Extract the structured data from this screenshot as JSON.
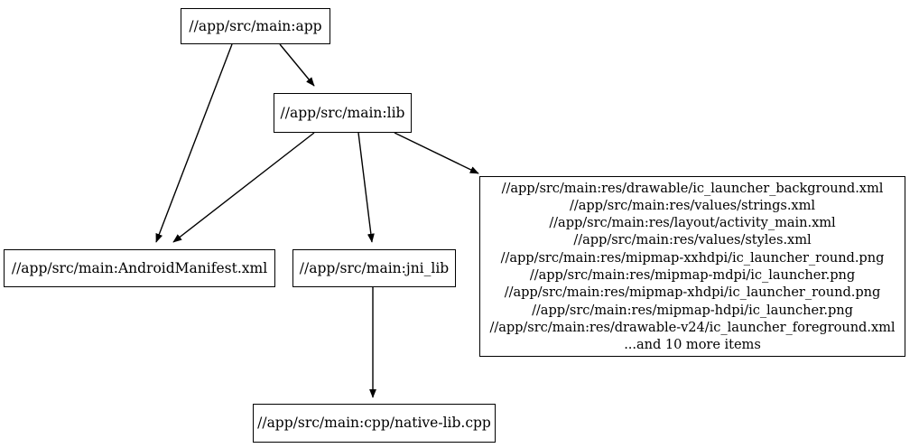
{
  "graph": {
    "type": "directed-dependency-graph",
    "background_color": "#ffffff",
    "node_border_color": "#000000",
    "node_fill_color": "#ffffff",
    "text_color": "#000000",
    "edge_color": "#000000",
    "nodes": [
      {
        "id": "app",
        "label": "//app/src/main:app",
        "lines": [
          "//app/src/main:app"
        ]
      },
      {
        "id": "lib",
        "label": "//app/src/main:lib",
        "lines": [
          "//app/src/main:lib"
        ]
      },
      {
        "id": "manifest",
        "label": "//app/src/main:AndroidManifest.xml",
        "lines": [
          "//app/src/main:AndroidManifest.xml"
        ]
      },
      {
        "id": "jni_lib",
        "label": "//app/src/main:jni_lib",
        "lines": [
          "//app/src/main:jni_lib"
        ]
      },
      {
        "id": "res_group",
        "label": "//app/src/main:res/drawable/ic_launcher_background.xml\n//app/src/main:res/values/strings.xml\n//app/src/main:res/layout/activity_main.xml\n//app/src/main:res/values/styles.xml\n//app/src/main:res/mipmap-xxhdpi/ic_launcher_round.png\n//app/src/main:res/mipmap-mdpi/ic_launcher.png\n//app/src/main:res/mipmap-xhdpi/ic_launcher_round.png\n//app/src/main:res/mipmap-hdpi/ic_launcher.png\n//app/src/main:res/drawable-v24/ic_launcher_foreground.xml\n...and 10 more items",
        "lines": [
          "//app/src/main:res/drawable/ic_launcher_background.xml",
          "//app/src/main:res/values/strings.xml",
          "//app/src/main:res/layout/activity_main.xml",
          "//app/src/main:res/values/styles.xml",
          "//app/src/main:res/mipmap-xxhdpi/ic_launcher_round.png",
          "//app/src/main:res/mipmap-mdpi/ic_launcher.png",
          "//app/src/main:res/mipmap-xhdpi/ic_launcher_round.png",
          "//app/src/main:res/mipmap-hdpi/ic_launcher.png",
          "//app/src/main:res/drawable-v24/ic_launcher_foreground.xml",
          "...and 10 more items"
        ],
        "overflow_note": "...and 10 more items"
      },
      {
        "id": "native_lib_cpp",
        "label": "//app/src/main:cpp/native-lib.cpp",
        "lines": [
          "//app/src/main:cpp/native-lib.cpp"
        ]
      }
    ],
    "edges": [
      {
        "id": "edge-app-manifest",
        "from": "app",
        "to": "manifest"
      },
      {
        "id": "edge-app-lib",
        "from": "app",
        "to": "lib"
      },
      {
        "id": "edge-lib-manifest",
        "from": "lib",
        "to": "manifest"
      },
      {
        "id": "edge-lib-jnilib",
        "from": "lib",
        "to": "jni_lib"
      },
      {
        "id": "edge-lib-res",
        "from": "lib",
        "to": "res_group"
      },
      {
        "id": "edge-jnilib-cpp",
        "from": "jni_lib",
        "to": "native_lib_cpp"
      }
    ]
  }
}
